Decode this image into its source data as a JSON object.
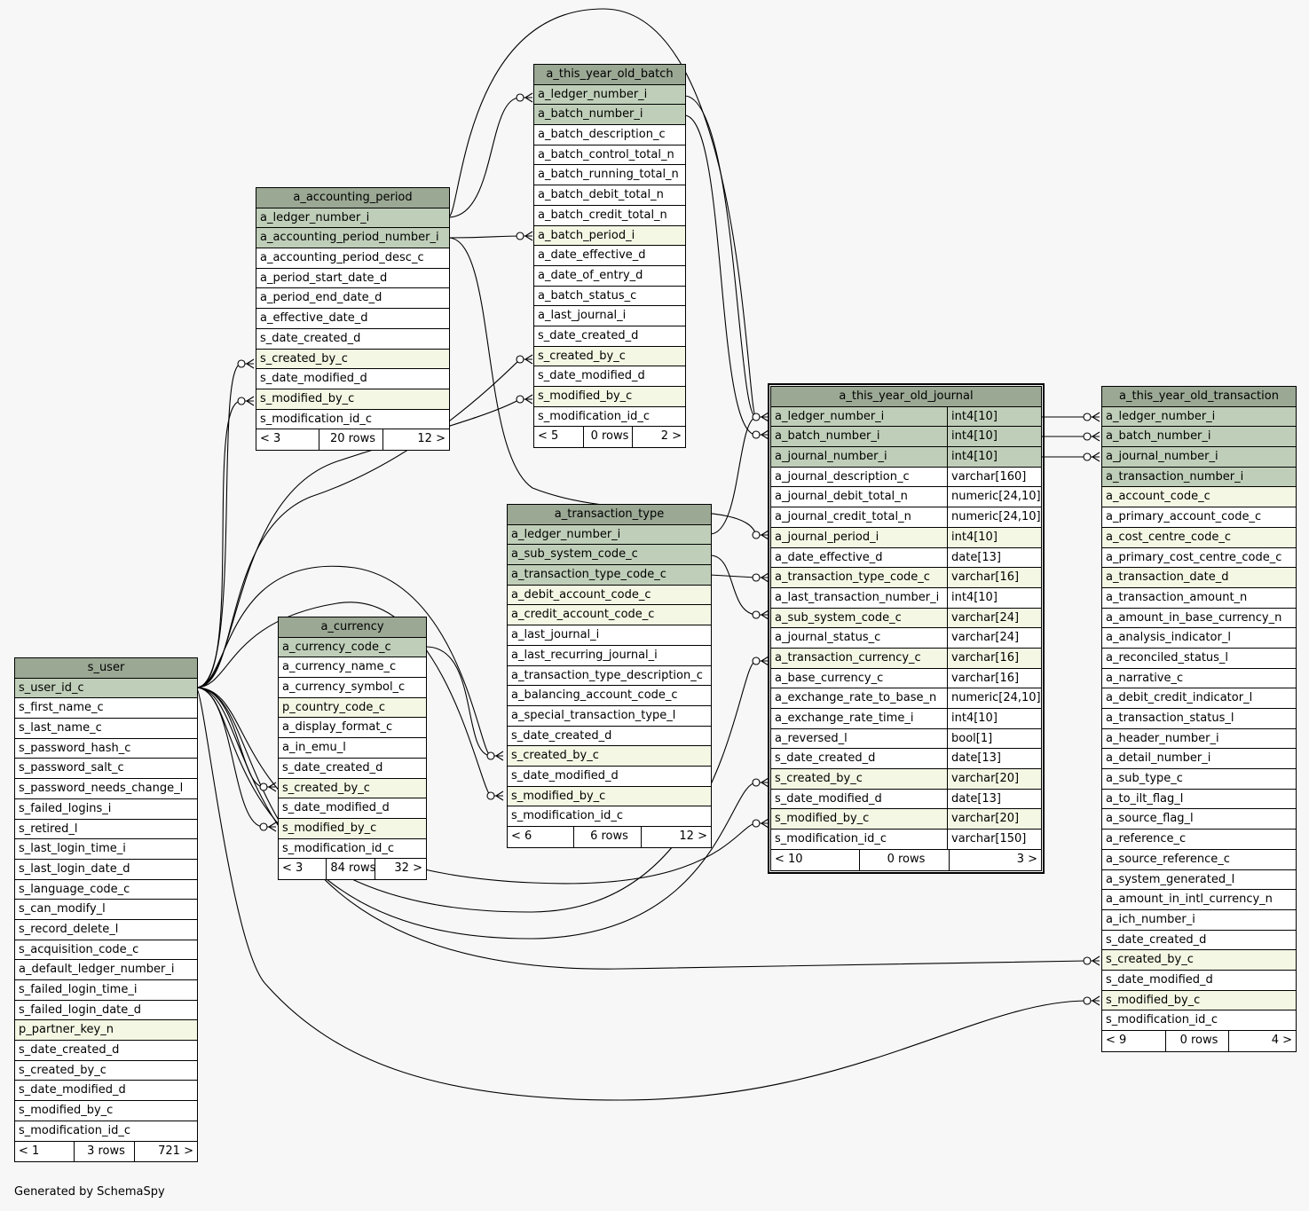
{
  "footer": "Generated by SchemaSpy",
  "tables": [
    {
      "id": "a_this_year_old_batch",
      "name": "a_this_year_old_batch",
      "columns": [
        {
          "name": "a_ledger_number_i",
          "kind": "pk"
        },
        {
          "name": "a_batch_number_i",
          "kind": "pk"
        },
        {
          "name": "a_batch_description_c",
          "kind": ""
        },
        {
          "name": "a_batch_control_total_n",
          "kind": ""
        },
        {
          "name": "a_batch_running_total_n",
          "kind": ""
        },
        {
          "name": "a_batch_debit_total_n",
          "kind": ""
        },
        {
          "name": "a_batch_credit_total_n",
          "kind": ""
        },
        {
          "name": "a_batch_period_i",
          "kind": "fk"
        },
        {
          "name": "a_date_effective_d",
          "kind": ""
        },
        {
          "name": "a_date_of_entry_d",
          "kind": ""
        },
        {
          "name": "a_batch_status_c",
          "kind": ""
        },
        {
          "name": "a_last_journal_i",
          "kind": ""
        },
        {
          "name": "s_date_created_d",
          "kind": ""
        },
        {
          "name": "s_created_by_c",
          "kind": "fk"
        },
        {
          "name": "s_date_modified_d",
          "kind": ""
        },
        {
          "name": "s_modified_by_c",
          "kind": "fk"
        },
        {
          "name": "s_modification_id_c",
          "kind": ""
        }
      ],
      "footer": [
        "< 5",
        "0 rows",
        "2 >"
      ]
    },
    {
      "id": "a_accounting_period",
      "name": "a_accounting_period",
      "columns": [
        {
          "name": "a_ledger_number_i",
          "kind": "pk"
        },
        {
          "name": "a_accounting_period_number_i",
          "kind": "pk"
        },
        {
          "name": "a_accounting_period_desc_c",
          "kind": ""
        },
        {
          "name": "a_period_start_date_d",
          "kind": ""
        },
        {
          "name": "a_period_end_date_d",
          "kind": ""
        },
        {
          "name": "a_effective_date_d",
          "kind": ""
        },
        {
          "name": "s_date_created_d",
          "kind": ""
        },
        {
          "name": "s_created_by_c",
          "kind": "fk"
        },
        {
          "name": "s_date_modified_d",
          "kind": ""
        },
        {
          "name": "s_modified_by_c",
          "kind": "fk"
        },
        {
          "name": "s_modification_id_c",
          "kind": ""
        }
      ],
      "footer": [
        "< 3",
        "20 rows",
        "12 >"
      ]
    },
    {
      "id": "a_transaction_type",
      "name": "a_transaction_type",
      "columns": [
        {
          "name": "a_ledger_number_i",
          "kind": "pk"
        },
        {
          "name": "a_sub_system_code_c",
          "kind": "pk"
        },
        {
          "name": "a_transaction_type_code_c",
          "kind": "pk"
        },
        {
          "name": "a_debit_account_code_c",
          "kind": "fk"
        },
        {
          "name": "a_credit_account_code_c",
          "kind": "fk"
        },
        {
          "name": "a_last_journal_i",
          "kind": ""
        },
        {
          "name": "a_last_recurring_journal_i",
          "kind": ""
        },
        {
          "name": "a_transaction_type_description_c",
          "kind": ""
        },
        {
          "name": "a_balancing_account_code_c",
          "kind": ""
        },
        {
          "name": "a_special_transaction_type_l",
          "kind": ""
        },
        {
          "name": "s_date_created_d",
          "kind": ""
        },
        {
          "name": "s_created_by_c",
          "kind": "fk"
        },
        {
          "name": "s_date_modified_d",
          "kind": ""
        },
        {
          "name": "s_modified_by_c",
          "kind": "fk"
        },
        {
          "name": "s_modification_id_c",
          "kind": ""
        }
      ],
      "footer": [
        "< 6",
        "6 rows",
        "12 >"
      ]
    },
    {
      "id": "a_currency",
      "name": "a_currency",
      "columns": [
        {
          "name": "a_currency_code_c",
          "kind": "pk"
        },
        {
          "name": "a_currency_name_c",
          "kind": ""
        },
        {
          "name": "a_currency_symbol_c",
          "kind": ""
        },
        {
          "name": "p_country_code_c",
          "kind": "fk"
        },
        {
          "name": "a_display_format_c",
          "kind": ""
        },
        {
          "name": "a_in_emu_l",
          "kind": ""
        },
        {
          "name": "s_date_created_d",
          "kind": ""
        },
        {
          "name": "s_created_by_c",
          "kind": "fk"
        },
        {
          "name": "s_date_modified_d",
          "kind": ""
        },
        {
          "name": "s_modified_by_c",
          "kind": "fk"
        },
        {
          "name": "s_modification_id_c",
          "kind": ""
        }
      ],
      "footer": [
        "< 3",
        "84 rows",
        "32 >"
      ]
    },
    {
      "id": "s_user",
      "name": "s_user",
      "columns": [
        {
          "name": "s_user_id_c",
          "kind": "pk"
        },
        {
          "name": "s_first_name_c",
          "kind": ""
        },
        {
          "name": "s_last_name_c",
          "kind": ""
        },
        {
          "name": "s_password_hash_c",
          "kind": ""
        },
        {
          "name": "s_password_salt_c",
          "kind": ""
        },
        {
          "name": "s_password_needs_change_l",
          "kind": ""
        },
        {
          "name": "s_failed_logins_i",
          "kind": ""
        },
        {
          "name": "s_retired_l",
          "kind": ""
        },
        {
          "name": "s_last_login_time_i",
          "kind": ""
        },
        {
          "name": "s_last_login_date_d",
          "kind": ""
        },
        {
          "name": "s_language_code_c",
          "kind": ""
        },
        {
          "name": "s_can_modify_l",
          "kind": ""
        },
        {
          "name": "s_record_delete_l",
          "kind": ""
        },
        {
          "name": "s_acquisition_code_c",
          "kind": ""
        },
        {
          "name": "a_default_ledger_number_i",
          "kind": ""
        },
        {
          "name": "s_failed_login_time_i",
          "kind": ""
        },
        {
          "name": "s_failed_login_date_d",
          "kind": ""
        },
        {
          "name": "p_partner_key_n",
          "kind": "fk"
        },
        {
          "name": "s_date_created_d",
          "kind": ""
        },
        {
          "name": "s_created_by_c",
          "kind": ""
        },
        {
          "name": "s_date_modified_d",
          "kind": ""
        },
        {
          "name": "s_modified_by_c",
          "kind": ""
        },
        {
          "name": "s_modification_id_c",
          "kind": ""
        }
      ],
      "footer": [
        "< 1",
        "3 rows",
        "721 >"
      ]
    },
    {
      "id": "a_this_year_old_journal",
      "name": "a_this_year_old_journal",
      "focus": true,
      "columns": [
        {
          "name": "a_ledger_number_i",
          "kind": "pk",
          "type": "int4[10]"
        },
        {
          "name": "a_batch_number_i",
          "kind": "pk",
          "type": "int4[10]"
        },
        {
          "name": "a_journal_number_i",
          "kind": "pk",
          "type": "int4[10]"
        },
        {
          "name": "a_journal_description_c",
          "kind": "",
          "type": "varchar[160]"
        },
        {
          "name": "a_journal_debit_total_n",
          "kind": "",
          "type": "numeric[24,10]"
        },
        {
          "name": "a_journal_credit_total_n",
          "kind": "",
          "type": "numeric[24,10]"
        },
        {
          "name": "a_journal_period_i",
          "kind": "fk",
          "type": "int4[10]"
        },
        {
          "name": "a_date_effective_d",
          "kind": "",
          "type": "date[13]"
        },
        {
          "name": "a_transaction_type_code_c",
          "kind": "fk",
          "type": "varchar[16]"
        },
        {
          "name": "a_last_transaction_number_i",
          "kind": "",
          "type": "int4[10]"
        },
        {
          "name": "a_sub_system_code_c",
          "kind": "fk",
          "type": "varchar[24]"
        },
        {
          "name": "a_journal_status_c",
          "kind": "",
          "type": "varchar[24]"
        },
        {
          "name": "a_transaction_currency_c",
          "kind": "fk",
          "type": "varchar[16]"
        },
        {
          "name": "a_base_currency_c",
          "kind": "",
          "type": "varchar[16]"
        },
        {
          "name": "a_exchange_rate_to_base_n",
          "kind": "",
          "type": "numeric[24,10]"
        },
        {
          "name": "a_exchange_rate_time_i",
          "kind": "",
          "type": "int4[10]"
        },
        {
          "name": "a_reversed_l",
          "kind": "",
          "type": "bool[1]"
        },
        {
          "name": "s_date_created_d",
          "kind": "",
          "type": "date[13]"
        },
        {
          "name": "s_created_by_c",
          "kind": "fk",
          "type": "varchar[20]"
        },
        {
          "name": "s_date_modified_d",
          "kind": "",
          "type": "date[13]"
        },
        {
          "name": "s_modified_by_c",
          "kind": "fk",
          "type": "varchar[20]"
        },
        {
          "name": "s_modification_id_c",
          "kind": "",
          "type": "varchar[150]"
        }
      ],
      "footer": [
        "< 10",
        "0 rows",
        "3 >"
      ]
    },
    {
      "id": "a_this_year_old_transaction",
      "name": "a_this_year_old_transaction",
      "columns": [
        {
          "name": "a_ledger_number_i",
          "kind": "pk"
        },
        {
          "name": "a_batch_number_i",
          "kind": "pk"
        },
        {
          "name": "a_journal_number_i",
          "kind": "pk"
        },
        {
          "name": "a_transaction_number_i",
          "kind": "pk"
        },
        {
          "name": "a_account_code_c",
          "kind": "fk"
        },
        {
          "name": "a_primary_account_code_c",
          "kind": ""
        },
        {
          "name": "a_cost_centre_code_c",
          "kind": "fk"
        },
        {
          "name": "a_primary_cost_centre_code_c",
          "kind": ""
        },
        {
          "name": "a_transaction_date_d",
          "kind": "fk"
        },
        {
          "name": "a_transaction_amount_n",
          "kind": ""
        },
        {
          "name": "a_amount_in_base_currency_n",
          "kind": ""
        },
        {
          "name": "a_analysis_indicator_l",
          "kind": ""
        },
        {
          "name": "a_reconciled_status_l",
          "kind": ""
        },
        {
          "name": "a_narrative_c",
          "kind": ""
        },
        {
          "name": "a_debit_credit_indicator_l",
          "kind": ""
        },
        {
          "name": "a_transaction_status_l",
          "kind": ""
        },
        {
          "name": "a_header_number_i",
          "kind": ""
        },
        {
          "name": "a_detail_number_i",
          "kind": ""
        },
        {
          "name": "a_sub_type_c",
          "kind": ""
        },
        {
          "name": "a_to_ilt_flag_l",
          "kind": ""
        },
        {
          "name": "a_source_flag_l",
          "kind": ""
        },
        {
          "name": "a_reference_c",
          "kind": ""
        },
        {
          "name": "a_source_reference_c",
          "kind": ""
        },
        {
          "name": "a_system_generated_l",
          "kind": ""
        },
        {
          "name": "a_amount_in_intl_currency_n",
          "kind": ""
        },
        {
          "name": "a_ich_number_i",
          "kind": ""
        },
        {
          "name": "s_date_created_d",
          "kind": ""
        },
        {
          "name": "s_created_by_c",
          "kind": "fk"
        },
        {
          "name": "s_date_modified_d",
          "kind": ""
        },
        {
          "name": "s_modified_by_c",
          "kind": "fk"
        },
        {
          "name": "s_modification_id_c",
          "kind": ""
        }
      ],
      "footer": [
        "< 9",
        "0 rows",
        "4 >"
      ]
    }
  ]
}
